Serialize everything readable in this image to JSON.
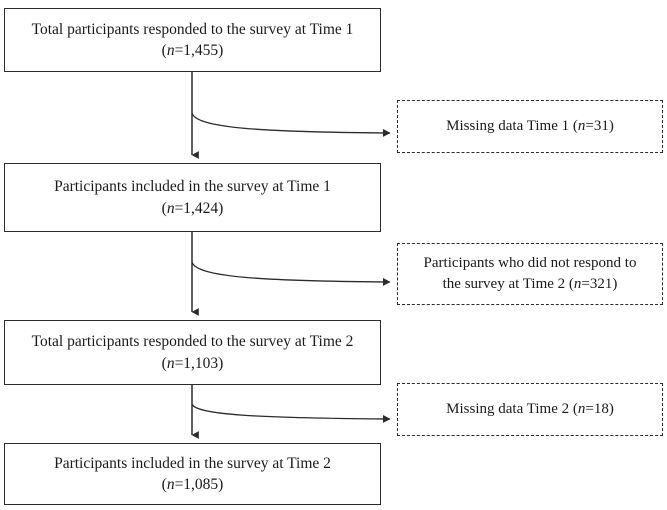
{
  "figure": {
    "type": "flowchart",
    "orientation": "vertical-with-right-branches",
    "background_color": "#ffffff",
    "line_color": "#2b2b2b"
  },
  "main_nodes": [
    {
      "id": "total-t1",
      "line1": "Total participants responded to the survey at Time 1",
      "line2_prefix": "(",
      "line2_italic": "n",
      "line2_suffix": "=1,455)",
      "n_value": "1,455",
      "border_style": "solid"
    },
    {
      "id": "included-t1",
      "line1": "Participants included in the survey at Time 1",
      "line2_prefix": "(",
      "line2_italic": "n",
      "line2_suffix": "=1,424)",
      "n_value": "1,424",
      "border_style": "solid"
    },
    {
      "id": "total-t2",
      "line1": "Total participants responded to the survey at Time 2",
      "line2_prefix": "(",
      "line2_italic": "n",
      "line2_suffix": "=1,103)",
      "n_value": "1,103",
      "border_style": "solid"
    },
    {
      "id": "included-t2",
      "line1": "Participants included in the survey at Time 2",
      "line2_prefix": "(",
      "line2_italic": "n",
      "line2_suffix": "=1,085)",
      "n_value": "1,085",
      "border_style": "solid"
    }
  ],
  "excluded_nodes": [
    {
      "id": "missing-t1",
      "line1_prefix": "Missing data Time 1 (",
      "line1_italic": "n",
      "line1_suffix": "=31)",
      "line2_prefix": "",
      "line2_italic": "",
      "line2_suffix": "",
      "n_value": "31",
      "border_style": "dashed"
    },
    {
      "id": "nonresponse-t2",
      "line1_prefix": "Participants who did not respond to",
      "line1_italic": "",
      "line1_suffix": "",
      "line2_prefix": "the survey at Time 2 (",
      "line2_italic": "n",
      "line2_suffix": "=321)",
      "n_value": "321",
      "border_style": "dashed"
    },
    {
      "id": "missing-t2",
      "line1_prefix": "Missing data Time 2 (",
      "line1_italic": "n",
      "line1_suffix": "=18)",
      "line2_prefix": "",
      "line2_italic": "",
      "line2_suffix": "",
      "n_value": "18",
      "border_style": "dashed"
    }
  ]
}
